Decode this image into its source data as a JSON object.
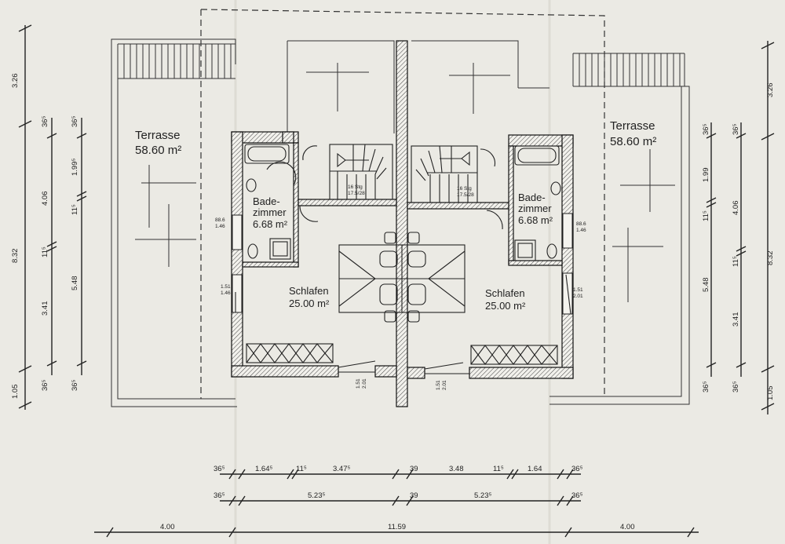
{
  "rooms": {
    "terrace_left": {
      "name": "Terrasse",
      "area": "58.60 m²"
    },
    "terrace_right": {
      "name": "Terrasse",
      "area": "58.60 m²"
    },
    "bath_left": {
      "name_l1": "Bade-",
      "name_l2": "zimmer",
      "area": "6.68 m²"
    },
    "bath_right": {
      "name_l1": "Bade-",
      "name_l2": "zimmer",
      "area": "6.68 m²"
    },
    "bedroom_left": {
      "name": "Schlafen",
      "area": "25.00 m²"
    },
    "bedroom_right": {
      "name": "Schlafen",
      "area": "25.00 m²"
    }
  },
  "stairs": {
    "left": {
      "l1": "16 Stg",
      "l2": "17.5/28"
    },
    "right": {
      "l1": "16 Stg",
      "l2": "17.5/28"
    }
  },
  "windows": {
    "bath_left": {
      "w": "88.6",
      "h": "1.46"
    },
    "bath_right": {
      "w": "88.6",
      "h": "1.46"
    },
    "bed_left": {
      "w": "1.51",
      "h": "1.46"
    },
    "bed_right": {
      "w": "1.51",
      "h": "2.01"
    },
    "door_left": {
      "w": "1.51",
      "h": "2.01"
    },
    "door_right": {
      "w": "1.51",
      "h": "2.01"
    }
  },
  "dims": {
    "left_outer": [
      "3.26",
      "8.32",
      "1.05"
    ],
    "left_inner": [
      "36⁵",
      "4.06",
      "11⁵",
      "3.41",
      "36⁵"
    ],
    "left_inner2": [
      "36⁵",
      "1.99⁵",
      "11⁵",
      "5.48",
      "36⁵"
    ],
    "right_outer": [
      "3.26",
      "8.32",
      "1.05"
    ],
    "right_inner": [
      "36⁵",
      "4.06",
      "11⁵",
      "3.41",
      "36⁵"
    ],
    "right_inner2": [
      "36⁵",
      "1.99",
      "11⁵",
      "5.48",
      "36⁵"
    ],
    "bottom1": [
      "36⁵",
      "1.64⁵",
      "11⁵",
      "3.47⁵",
      "39",
      "3.48",
      "11⁵",
      "1.64",
      "36⁵"
    ],
    "bottom2": [
      "36⁵",
      "5.23⁵",
      "39",
      "5.23⁵",
      "36⁵"
    ],
    "bottom3": [
      "4.00",
      "11.59",
      "4.00"
    ]
  }
}
